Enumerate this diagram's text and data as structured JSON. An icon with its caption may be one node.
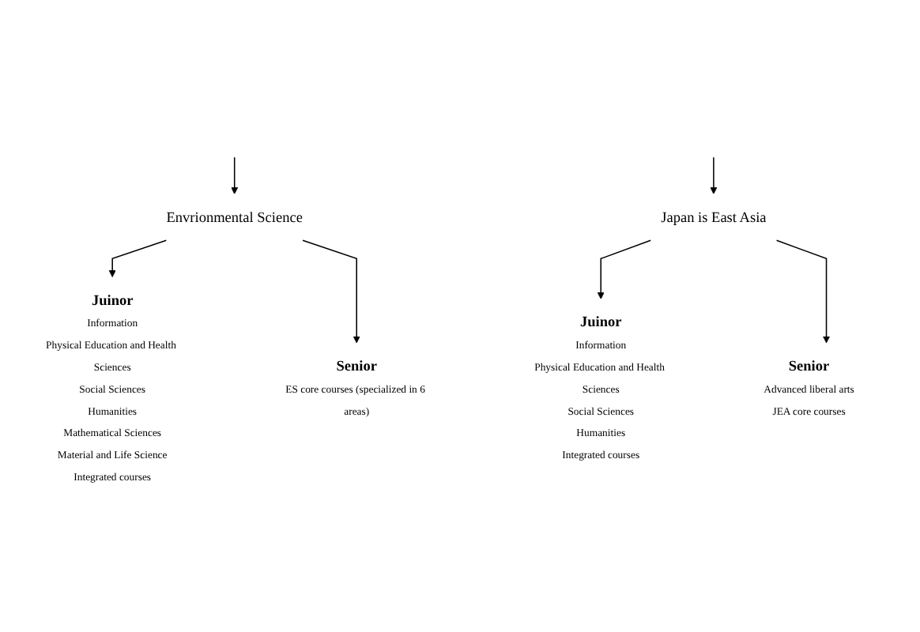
{
  "diagram": {
    "nodes": [
      {
        "text": [
          "Envrionmental Science"
        ]
      },
      {
        "text": [
          "Japan is East Asia"
        ]
      },
      {
        "text": [
          "Juinor",
          "Information",
          "Physical Education and Health Sciences",
          "Social Sciences",
          "Humanities",
          "Mathematical Sciences",
          "Material and Life Science",
          "Integrated courses"
        ]
      },
      {
        "text": [
          "Senior",
          "ES core courses (specialized in 6 areas)"
        ]
      },
      {
        "text": [
          "Juinor",
          "Information",
          "Physical Education and Health Sciences",
          "Social Sciences",
          "Humanities",
          "Integrated courses"
        ]
      },
      {
        "text": [
          "Senior",
          "Advanced liberal arts",
          "JEA core courses"
        ]
      }
    ],
    "edges": [
      {
        "from": null,
        "to": 0,
        "arrow": "to"
      },
      {
        "from": null,
        "to": 1,
        "arrow": "to"
      },
      {
        "from": 0,
        "to": 2,
        "arrow": "to"
      },
      {
        "from": 0,
        "to": 3,
        "arrow": "to"
      },
      {
        "from": 1,
        "to": 4,
        "arrow": "to"
      },
      {
        "from": 1,
        "to": 5,
        "arrow": "to"
      }
    ]
  }
}
